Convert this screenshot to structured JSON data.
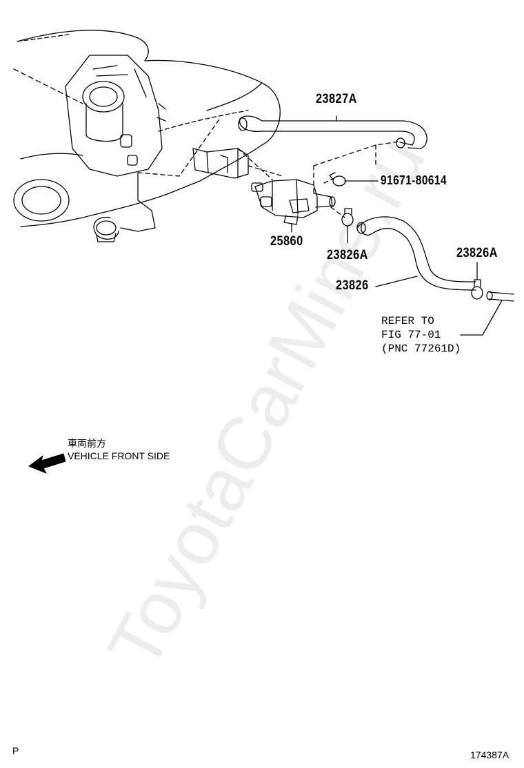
{
  "watermark": "ToyotaCarMine.ru",
  "labels": {
    "p23827a": "23827A",
    "p91671": "91671-80614",
    "p25860": "25860",
    "p23826a_1": "23826A",
    "p23826a_2": "23826A",
    "p23826": "23826",
    "refer1": "REFER TO",
    "refer2": "FIG  77-01",
    "refer3": "(PNC 77261D)"
  },
  "direction": {
    "jp": "車両前方",
    "en": "VEHICLE FRONT SIDE"
  },
  "corner_left": "P",
  "figure_id": "174387A"
}
